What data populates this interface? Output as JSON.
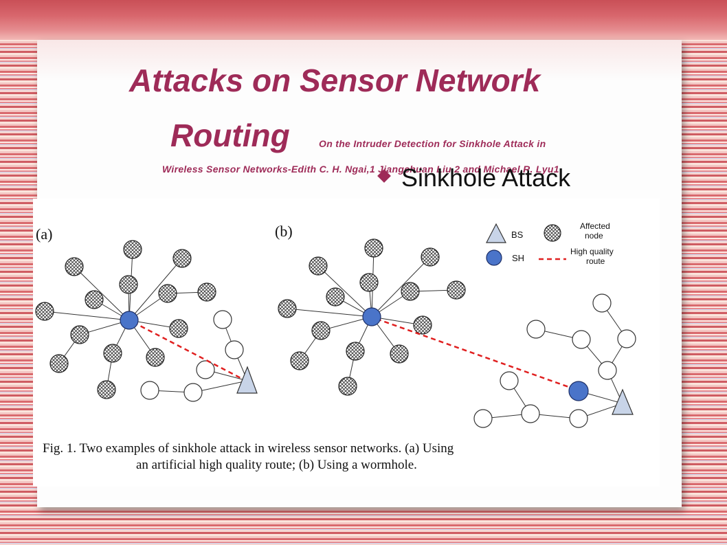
{
  "slide": {
    "title_line1": "Attacks on Sensor Network",
    "title_line2": "Routing",
    "citation_line1": "On the Intruder Detection for Sinkhole Attack in",
    "citation_line2": "Wireless Sensor Networks-Edith C. H. Ngai,1 Jiangchuan Liu,2 and Michael R. Lyu1",
    "bullet_text": "Sinkhole Attack"
  },
  "figure": {
    "panel_a_label": "(a)",
    "panel_b_label": "(b)",
    "legend": {
      "bs": "BS",
      "sh": "SH",
      "affected_line1": "Affected",
      "affected_line2": "node",
      "route_line1": "High quality",
      "route_line2": "route"
    },
    "caption_line1": "Fig. 1. Two examples of sinkhole attack in wireless sensor networks. (a) Using",
    "caption_line2": "an artificial high quality route; (b) Using a wormhole."
  },
  "colors": {
    "title": "#9e2b58",
    "sinkhole_node": "#4a74c9",
    "route": "#e02020",
    "base_station": "#c8d4e8"
  }
}
